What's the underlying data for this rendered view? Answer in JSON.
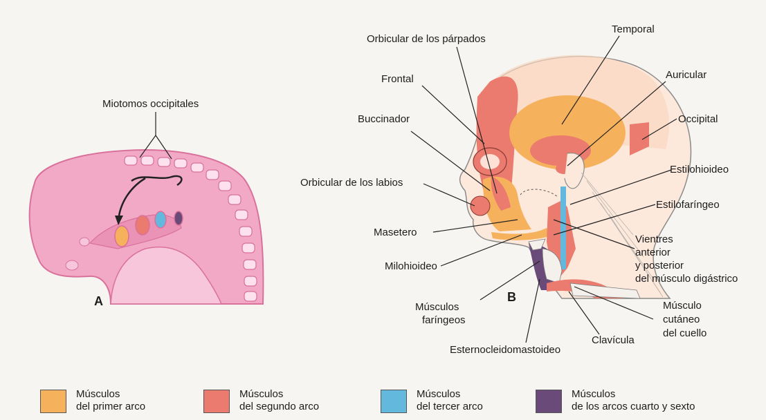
{
  "panel_a": {
    "letter": "A",
    "label_myotomes": "Miotomos occipitales"
  },
  "panel_b": {
    "letter": "B",
    "labels": {
      "orbicular_parpados": "Orbicular de los párpados",
      "temporal": "Temporal",
      "frontal": "Frontal",
      "auricular": "Auricular",
      "buccinador": "Buccinador",
      "occipital": "Occipital",
      "estilohioideo": "Estilohioideo",
      "orbicular_labios": "Orbicular de los labios",
      "estilofaringeo": "Estilofaríngeo",
      "masetero": "Masetero",
      "vientres_1": "Vientres",
      "vientres_2": "anterior",
      "vientres_3": "y posterior",
      "vientres_4": "del músculo digástrico",
      "milohioideo": "Milohioideo",
      "faringeos_1": "Músculos",
      "faringeos_2": "faríngeos",
      "cutaneo_1": "Músculo",
      "cutaneo_2": "cutáneo",
      "cutaneo_3": "del cuello",
      "clavicula": "Clavícula",
      "esterno": "Esternocleidomastoideo"
    }
  },
  "legend": [
    {
      "line1": "Músculos",
      "line2": "del primer arco",
      "color": "#f6b15c"
    },
    {
      "line1": "Músculos",
      "line2": "del segundo arco",
      "color": "#ea7b6e"
    },
    {
      "line1": "Músculos",
      "line2": "del tercer arco",
      "color": "#63b8de"
    },
    {
      "line1": "Músculos",
      "line2": "de los arcos cuarto y sexto",
      "color": "#6a4a78"
    }
  ]
}
